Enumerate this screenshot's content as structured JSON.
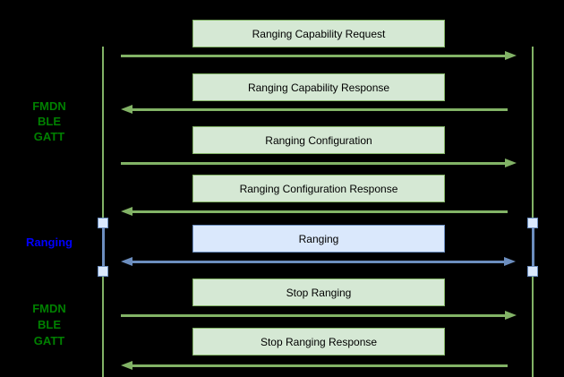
{
  "colors": {
    "background": "#000000",
    "green_fill": "#d5e8d4",
    "green_stroke": "#82b366",
    "blue_fill": "#dae8fc",
    "blue_stroke": "#6c8ebf",
    "label_green": "#008000",
    "label_blue": "#0000ff",
    "box_text": "#000000"
  },
  "sections": [
    {
      "lines": [
        "FMDN",
        "BLE",
        "GATT"
      ],
      "color_key": "label_green"
    },
    {
      "lines": [
        "Ranging"
      ],
      "color_key": "label_blue"
    },
    {
      "lines": [
        "FMDN",
        "BLE",
        "GATT"
      ],
      "color_key": "label_green"
    }
  ],
  "messages": [
    {
      "label": "Ranging Capability Request",
      "direction": "right",
      "scheme": "green"
    },
    {
      "label": "Ranging Capability Response",
      "direction": "left",
      "scheme": "green"
    },
    {
      "label": "Ranging Configuration",
      "direction": "right",
      "scheme": "green"
    },
    {
      "label": "Ranging Configuration Response",
      "direction": "left",
      "scheme": "green"
    },
    {
      "label": "Ranging",
      "direction": "both",
      "scheme": "blue"
    },
    {
      "label": "Stop Ranging",
      "direction": "right",
      "scheme": "green"
    },
    {
      "label": "Stop Ranging Response",
      "direction": "left",
      "scheme": "green"
    }
  ],
  "lifelines": {
    "count": 2,
    "activation_markers": 4
  }
}
